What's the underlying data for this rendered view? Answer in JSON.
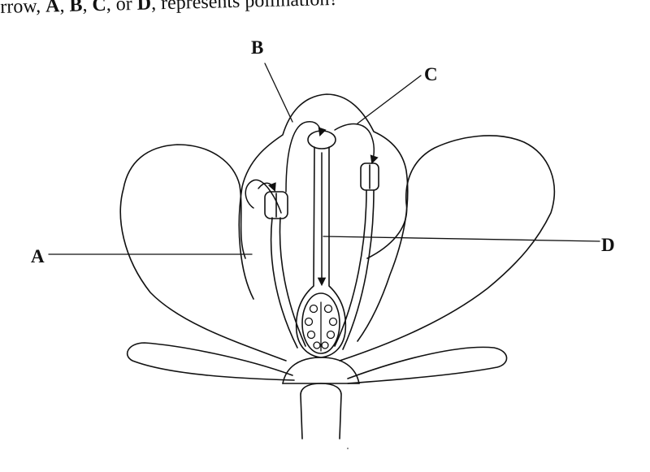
{
  "question": {
    "prefix": "rrow, ",
    "sep1": ", ",
    "sep2": ", ",
    "sep3": ", or ",
    "suffix": ", represents pollination?",
    "labels": [
      "A",
      "B",
      "C",
      "D"
    ]
  },
  "diagram": {
    "labels": {
      "a": "A",
      "b": "B",
      "c": "C",
      "d": "D"
    }
  }
}
